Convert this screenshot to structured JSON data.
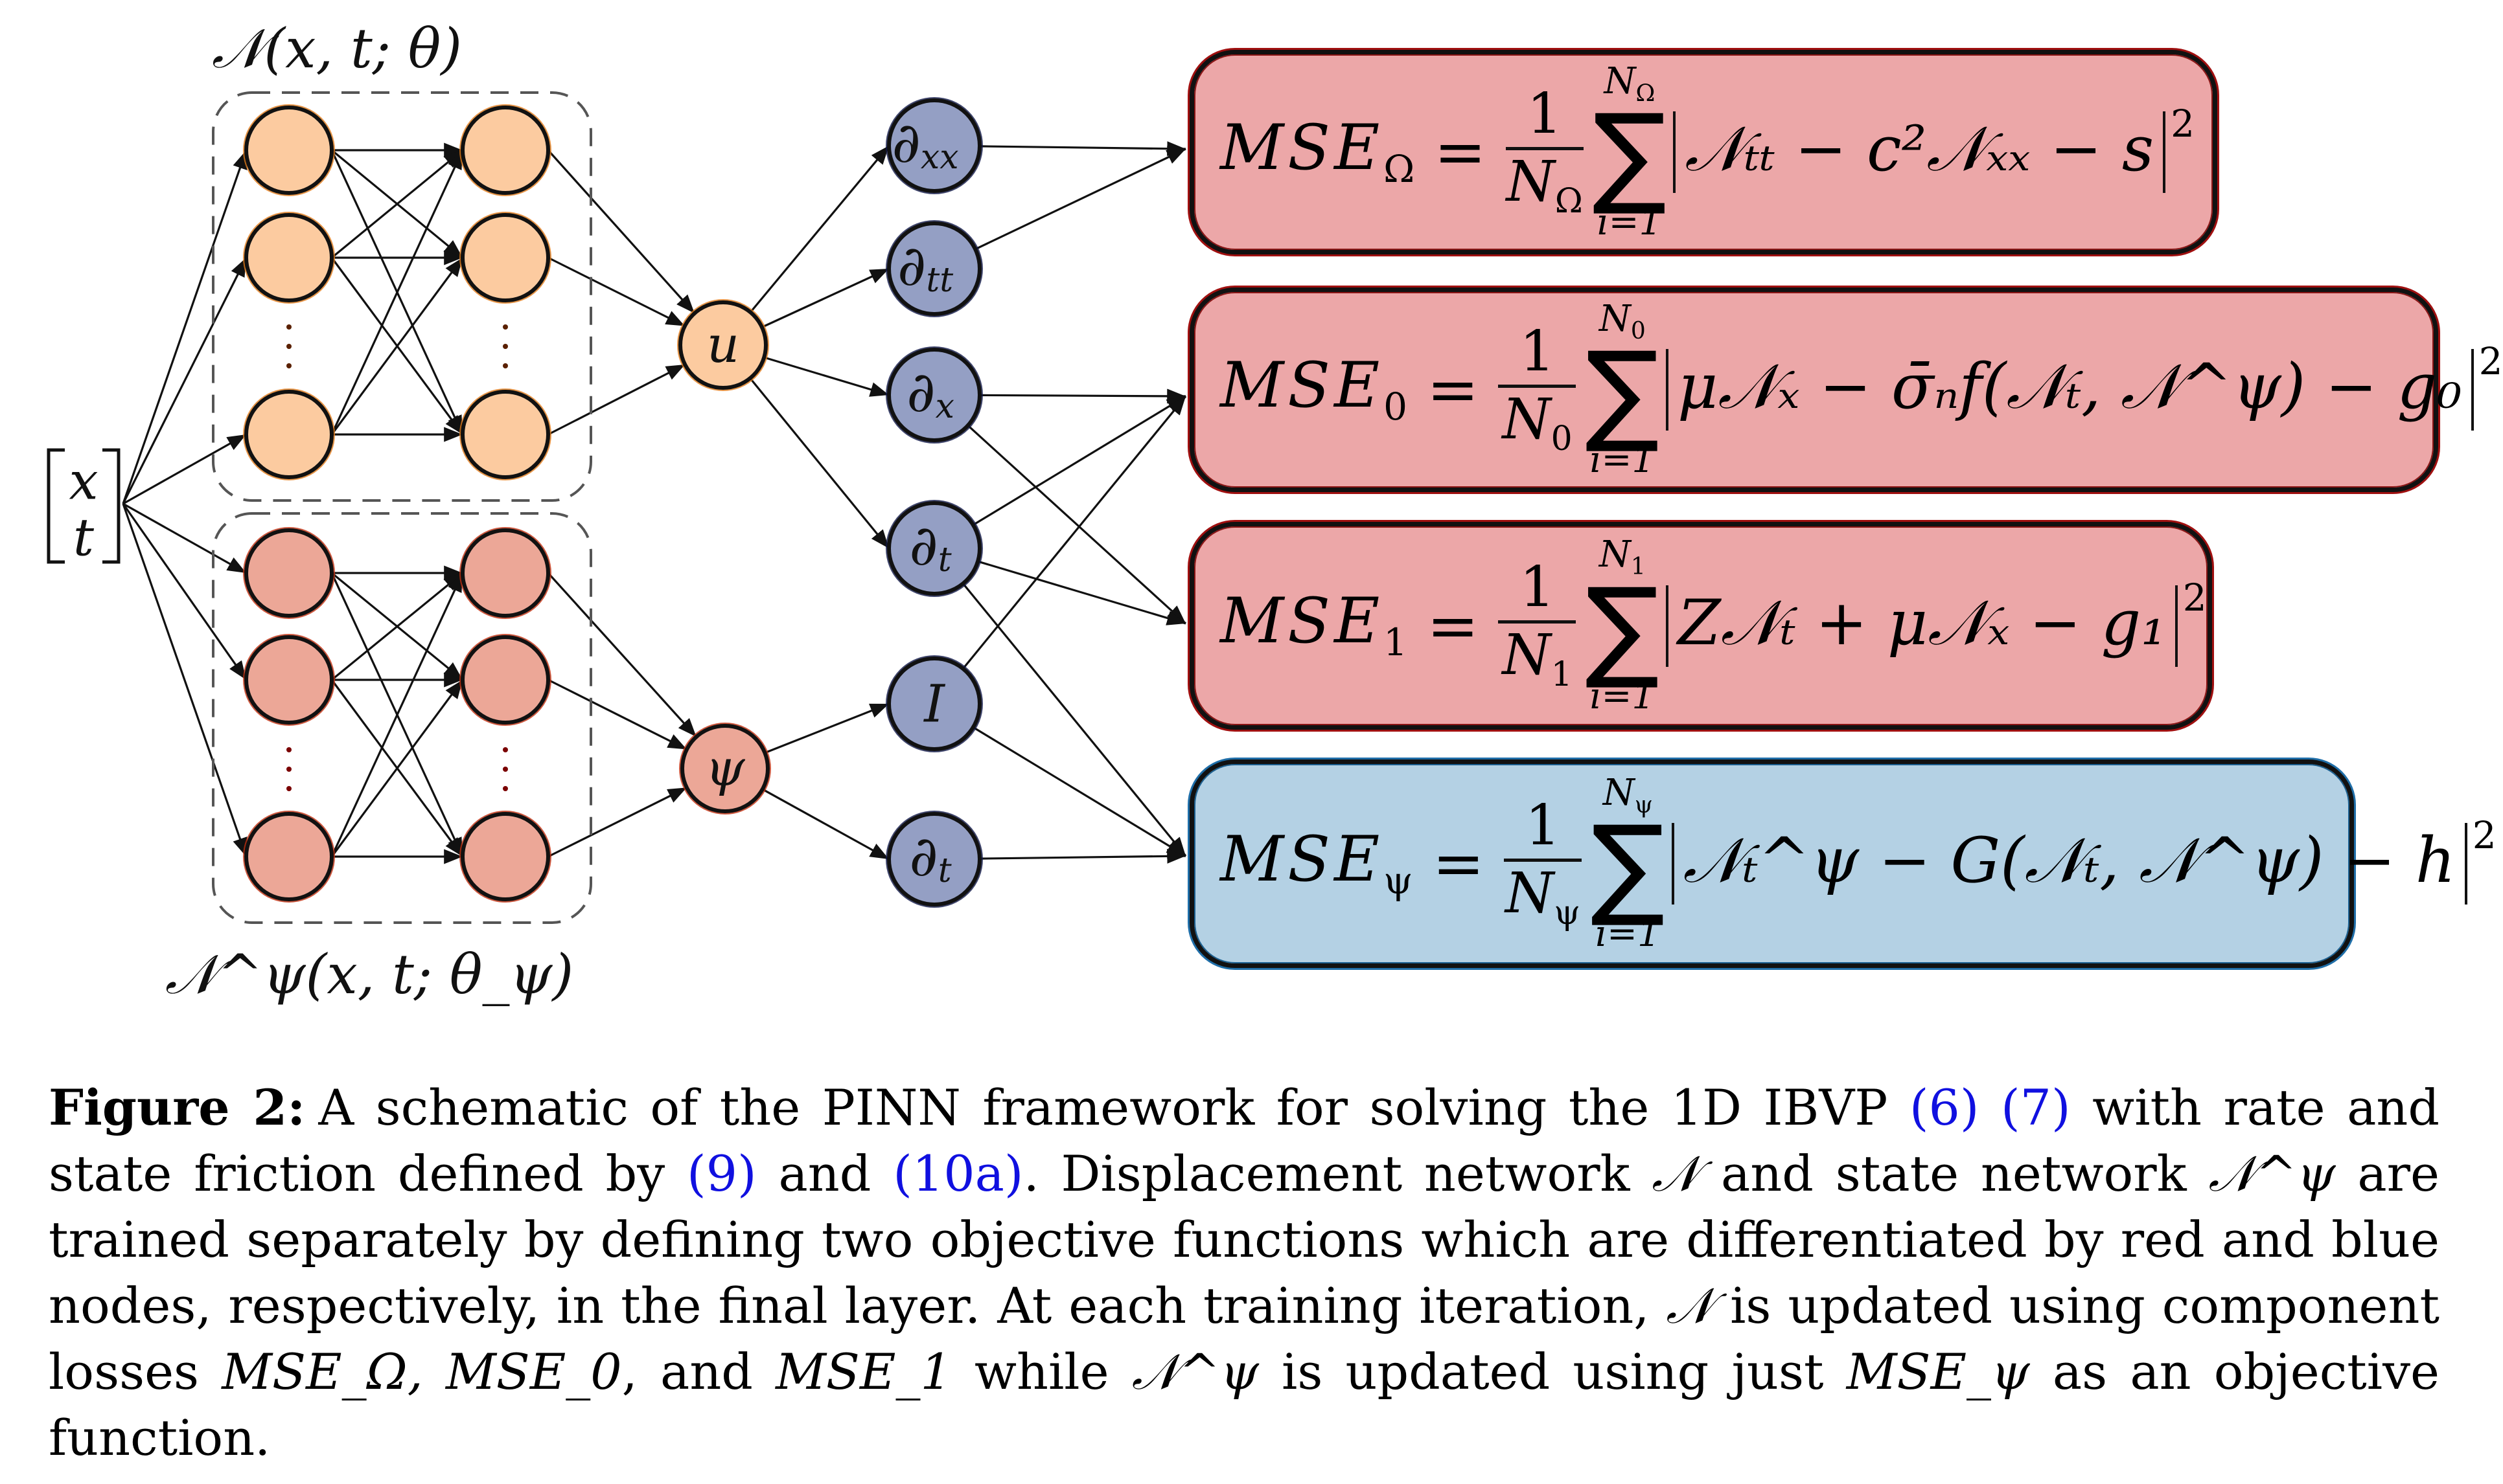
{
  "figure": {
    "label": "Figure 2:",
    "title_top_network": "𝒩(x, t; θ)",
    "title_bottom_network": "𝒩^ψ(x, t; θ_ψ)",
    "input": {
      "top": "x",
      "bottom": "t"
    },
    "output_nodes": {
      "u": "u",
      "psi": "ψ"
    },
    "derivative_nodes": [
      {
        "id": "d_xx",
        "symbol": "∂",
        "sub": "xx",
        "source": "u"
      },
      {
        "id": "d_tt",
        "symbol": "∂",
        "sub": "tt",
        "source": "u"
      },
      {
        "id": "d_x",
        "symbol": "∂",
        "sub": "x",
        "source": "u"
      },
      {
        "id": "d_t_u",
        "symbol": "∂",
        "sub": "t",
        "source": "u"
      },
      {
        "id": "I",
        "symbol": "I",
        "sub": "",
        "source": "psi"
      },
      {
        "id": "d_t_psi",
        "symbol": "∂",
        "sub": "t",
        "source": "psi"
      }
    ],
    "connections": [
      [
        "d_xx",
        "mse_omega"
      ],
      [
        "d_tt",
        "mse_omega"
      ],
      [
        "d_x",
        "mse_0"
      ],
      [
        "d_x",
        "mse_1"
      ],
      [
        "d_t_u",
        "mse_0"
      ],
      [
        "d_t_u",
        "mse_1"
      ],
      [
        "d_t_u",
        "mse_psi"
      ],
      [
        "I",
        "mse_0"
      ],
      [
        "I",
        "mse_psi"
      ],
      [
        "d_t_psi",
        "mse_psi"
      ]
    ],
    "hidden_layers": {
      "layers_per_network": 2,
      "visible_nodes_per_layer": 3,
      "ellipsis": "⋮"
    },
    "colors": {
      "displacement_node": "#fccba0",
      "state_node": "#eca797",
      "derivative_node": "#949fc4",
      "red_box": "#eca7a8",
      "blue_box": "#b4d1e4",
      "reference_link": "#1010e0"
    },
    "losses": [
      {
        "id": "mse_omega",
        "color": "red",
        "lhs": "MSE",
        "lhs_sub": "Ω",
        "num": "1",
        "den": "N",
        "den_sub": "Ω",
        "sum_top": "N",
        "sum_top_sub": "Ω",
        "sum_bot": "i=1",
        "body": "𝒩ₜₜ − c²𝒩ₓₓ − s",
        "power": "2"
      },
      {
        "id": "mse_0",
        "color": "red",
        "lhs": "MSE",
        "lhs_sub": "0",
        "num": "1",
        "den": "N",
        "den_sub": "0",
        "sum_top": "N",
        "sum_top_sub": "0",
        "sum_bot": "i=1",
        "body": "μ𝒩ₓ − σ̄ₙf(𝒩ₜ, 𝒩^ψ) − g₀",
        "power": "2"
      },
      {
        "id": "mse_1",
        "color": "red",
        "lhs": "MSE",
        "lhs_sub": "1",
        "num": "1",
        "den": "N",
        "den_sub": "1",
        "sum_top": "N",
        "sum_top_sub": "1",
        "sum_bot": "i=1",
        "body": "Z𝒩ₜ + μ𝒩ₓ − g₁",
        "power": "2"
      },
      {
        "id": "mse_psi",
        "color": "blue",
        "lhs": "MSE",
        "lhs_sub": "ψ",
        "num": "1",
        "den": "N",
        "den_sub": "ψ",
        "sum_top": "N",
        "sum_top_sub": "ψ",
        "sum_bot": "i=1",
        "body": "𝒩ₜ^ψ − G(𝒩ₜ, 𝒩^ψ) − h",
        "power": "2"
      }
    ]
  },
  "caption": {
    "label": "Figure 2:",
    "segments": [
      {
        "t": "A schematic of the PINN framework for solving the 1D IBVP "
      },
      {
        "t": "(6)",
        "ref": true
      },
      {
        "t": " "
      },
      {
        "t": "(7)",
        "ref": true
      },
      {
        "t": " with rate and state friction defined by "
      },
      {
        "t": "(9)",
        "ref": true
      },
      {
        "t": " and "
      },
      {
        "t": "(10a)",
        "ref": true
      },
      {
        "t": ". Displacement network "
      },
      {
        "t": "𝒩",
        "math": true
      },
      {
        "t": " and state network "
      },
      {
        "t": "𝒩^ψ",
        "math": true
      },
      {
        "t": " are trained separately by defining two objective functions which are differentiated by red and blue nodes, respectively, in the final layer.  At each training iteration, "
      },
      {
        "t": "𝒩",
        "math": true
      },
      {
        "t": " is updated using component losses "
      },
      {
        "t": "MSE_Ω, MSE_0",
        "math": true
      },
      {
        "t": ", and "
      },
      {
        "t": "MSE_1",
        "math": true
      },
      {
        "t": " while "
      },
      {
        "t": "𝒩^ψ",
        "math": true
      },
      {
        "t": " is updated using just "
      },
      {
        "t": "MSE_ψ",
        "math": true
      },
      {
        "t": " as an objective function."
      }
    ]
  }
}
